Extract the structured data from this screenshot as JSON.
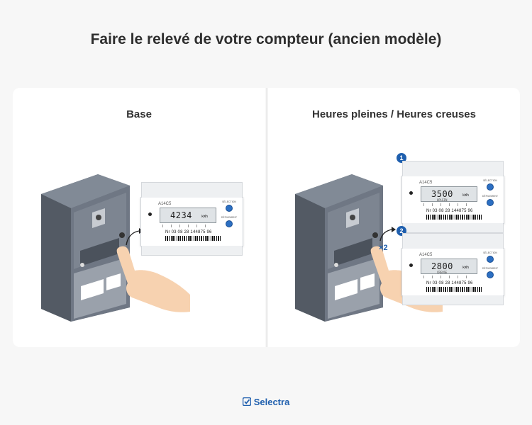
{
  "title": "Faire le relevé de votre compteur (ancien modèle)",
  "panels": [
    {
      "title": "Base",
      "meters": [
        {
          "model": "A14C5",
          "reading": "4234",
          "unit": "kWh",
          "sub": "",
          "button_top_label": "SÉLECTION",
          "button_bottom_label": "DÉFILEMENT",
          "serial": "Nr 03 08 28 144875 96"
        }
      ]
    },
    {
      "title": "Heures pleines / Heures creuses",
      "press_count": "2",
      "meters": [
        {
          "badge": "1",
          "model": "A14C5",
          "reading": "3500",
          "unit": "kWh",
          "sub": "HPLEIN",
          "button_top_label": "SÉLECTION",
          "button_bottom_label": "DÉFILEMENT",
          "serial": "Nr 03 08 28 144875 96"
        },
        {
          "badge": "2",
          "model": "A14C5",
          "reading": "2800",
          "unit": "kWh",
          "sub": "CREUSE",
          "button_top_label": "SÉLECTION",
          "button_bottom_label": "DÉFILEMENT",
          "serial": "Nr 03 08 28 144875 96"
        }
      ]
    }
  ],
  "brand": "Selectra",
  "colors": {
    "accent": "#1f5fae",
    "cabinet": "#6b7380",
    "hand": "#f7d2b0"
  },
  "icons": {
    "brand": "selectra-check-icon",
    "arrow": "curved-arrow-icon",
    "times": "multiply-icon"
  }
}
